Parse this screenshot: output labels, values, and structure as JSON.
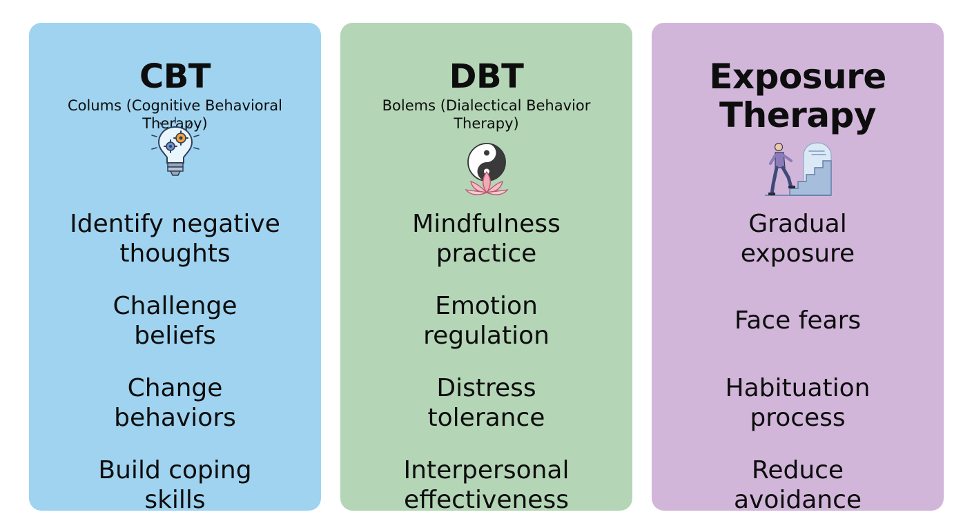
{
  "colors": {
    "cbt_bg": "#9fd3f0",
    "dbt_bg": "#b4d5b6",
    "exposure_bg": "#d1b6da",
    "text": "#0d0d0d"
  },
  "cards": [
    {
      "title": "CBT",
      "subtitle": "Colums (Cognitive Behavioral\nTherapy)",
      "icon": "lightbulb-gears-icon",
      "items": [
        "Identify negative\nthoughts",
        "Challenge\nbeliefs",
        "Change\nbehaviors",
        "Build coping\nskills"
      ]
    },
    {
      "title": "DBT",
      "subtitle": "Bolems (Dialectical Behavior\nTherapy)",
      "icon": "yin-yang-lotus-icon",
      "items": [
        "Mindfulness\npractice",
        "Emotion\nregulation",
        "Distress\ntolerance",
        "Interpersonal\neffectiveness"
      ]
    },
    {
      "title": "Exposure\nTherapy",
      "icon": "person-climbing-stairs-icon",
      "items": [
        "Gradual\nexposure",
        "Face fears",
        "Habituation\nprocess",
        "Reduce\navoidance"
      ]
    }
  ]
}
